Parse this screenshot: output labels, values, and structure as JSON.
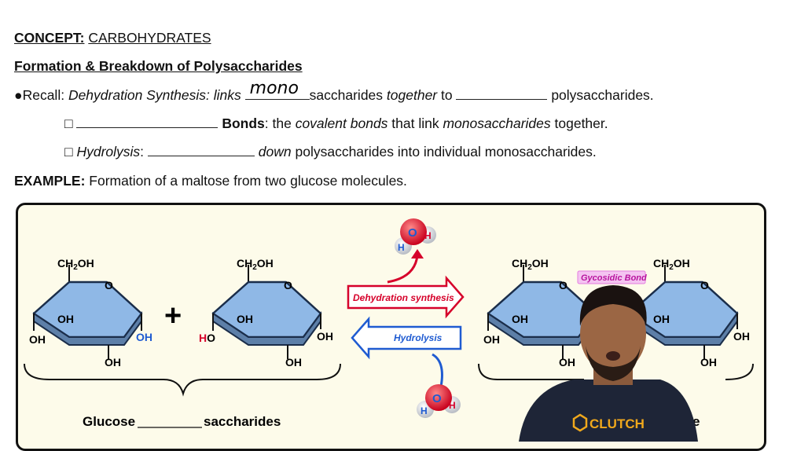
{
  "header": {
    "concept_label": "CONCEPT:",
    "concept_name": "CARBOHYDRATES",
    "subtitle": "Formation & Breakdown of Polysaccharides"
  },
  "recall": {
    "bullet": "●",
    "prefix": "Recall: ",
    "term": "Dehydration Synthesis",
    "links": ": links ",
    "handwritten": "mono",
    "saccharides": "saccharides",
    "together": " together",
    "to": " to ",
    "end": " polysaccharides."
  },
  "bonds": {
    "box": "□",
    "term": "Bonds",
    "colon": ": the ",
    "covalent": "covalent bonds",
    "that_link": " that link ",
    "mono": "monosaccharides",
    "end": " together."
  },
  "hydrolysis": {
    "box": "□",
    "term": "Hydrolysis",
    "colon": ": ",
    "down": "down",
    "end": " polysaccharides into individual monosaccharides."
  },
  "example": {
    "label": "EXAMPLE:",
    "text": " Formation of a maltose from two glucose molecules."
  },
  "diagram": {
    "ch2oh": "CH",
    "ch2oh_sub": "2",
    "ch2oh_end": "OH",
    "ring_o": "O",
    "oh": "OH",
    "ho": "HO",
    "plus": "+",
    "dehydration_label": "Dehydration synthesis",
    "hydrolysis_label": "Hydrolysis",
    "water_o": "O",
    "water_h": "H",
    "glycosidic_label": "Gycosidic Bond",
    "glucose_label": "Glucose",
    "saccharides_label": "saccharides",
    "right_label_tail": "e",
    "colors": {
      "ring_fill": "#8fb8e6",
      "ring_stroke": "#1a2d4a",
      "red": "#d6002a",
      "blue": "#1f5bd1",
      "magenta": "#e47be0"
    }
  },
  "presenter": {
    "brand": "CLUTCH"
  }
}
